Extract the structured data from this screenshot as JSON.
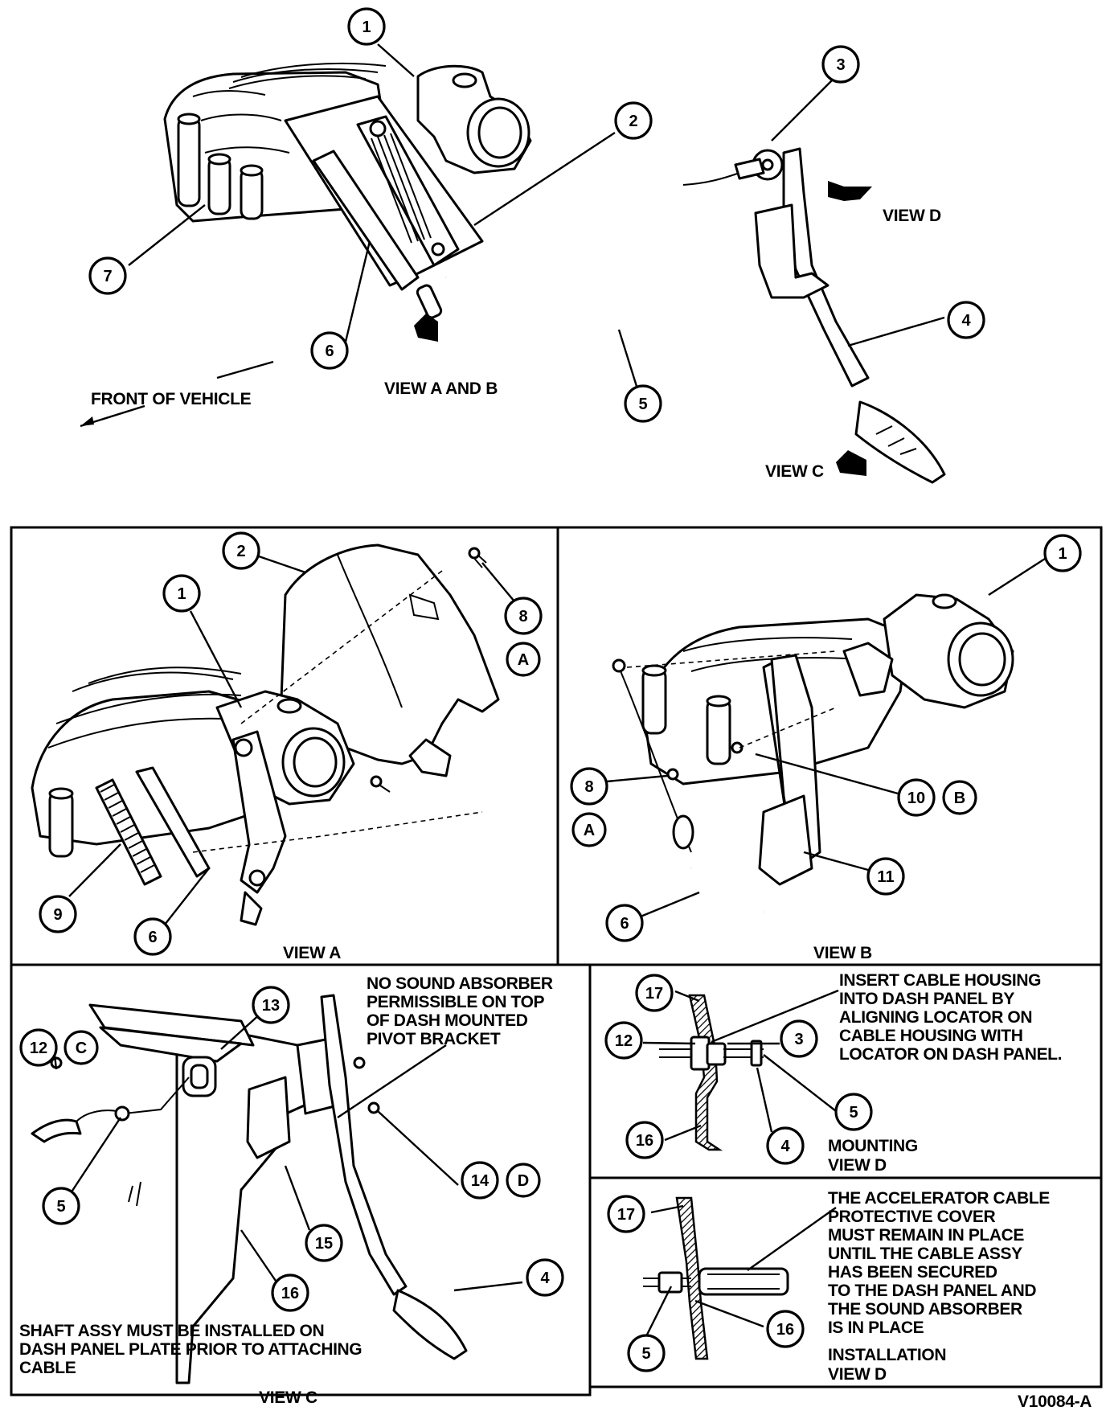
{
  "figure_id": "V10084-A",
  "overview": {
    "callouts": [
      "1",
      "2",
      "3",
      "4",
      "5",
      "6",
      "7"
    ],
    "labels": {
      "view_d": "VIEW D",
      "view_ab": "VIEW A AND B",
      "view_c": "VIEW C",
      "front": "FRONT OF VEHICLE"
    }
  },
  "view_a": {
    "title": "VIEW A",
    "callouts": [
      "1",
      "2",
      "8",
      "9",
      "6"
    ],
    "letter": "A"
  },
  "view_b": {
    "title": "VIEW B",
    "callouts": [
      "1",
      "8",
      "10",
      "11",
      "6"
    ],
    "letters": [
      "A",
      "B"
    ]
  },
  "view_c": {
    "title": "VIEW C",
    "callouts": [
      "12",
      "13",
      "14",
      "15",
      "16",
      "4",
      "5"
    ],
    "letters": [
      "C",
      "D"
    ],
    "note_top": [
      "NO SOUND ABSORBER",
      "PERMISSIBLE ON TOP",
      "OF DASH MOUNTED",
      "PIVOT BRACKET"
    ],
    "note_bottom": [
      "SHAFT ASSY MUST BE INSTALLED ON",
      "DASH PANEL PLATE PRIOR TO ATTACHING",
      "CABLE"
    ]
  },
  "mounting_view_d": {
    "title": [
      "MOUNTING",
      "VIEW D"
    ],
    "callouts": [
      "17",
      "12",
      "3",
      "5",
      "16",
      "4"
    ],
    "note": [
      "INSERT CABLE HOUSING",
      "INTO DASH PANEL BY",
      "ALIGNING LOCATOR ON",
      "CABLE HOUSING WITH",
      "LOCATOR ON DASH PANEL."
    ]
  },
  "installation_view_d": {
    "title": [
      "INSTALLATION",
      "VIEW D"
    ],
    "callouts": [
      "17",
      "5",
      "16"
    ],
    "note": [
      "THE ACCELERATOR CABLE",
      "PROTECTIVE COVER",
      "MUST REMAIN IN PLACE",
      "UNTIL THE CABLE ASSY",
      "HAS BEEN SECURED",
      "TO THE DASH PANEL AND",
      "THE SOUND ABSORBER",
      "IS IN PLACE"
    ]
  }
}
